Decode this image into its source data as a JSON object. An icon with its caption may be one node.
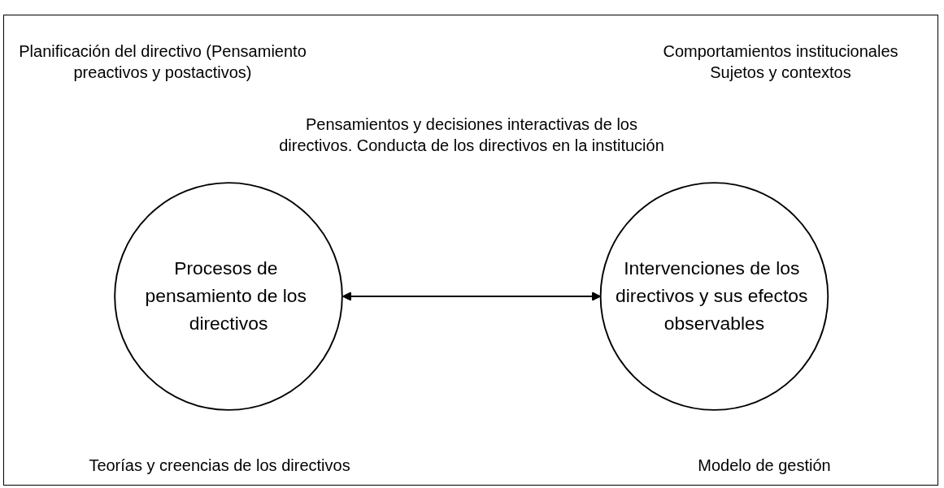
{
  "diagram": {
    "nodes": [
      {
        "text": [
          "Procesos de pensamiento de los directivos"
        ]
      },
      {
        "text": [
          "Intervenciones de los directivos y sus efectos observables"
        ]
      }
    ],
    "edges": [
      {
        "from": 0,
        "to": 1,
        "arrow": "both"
      }
    ],
    "labels": [
      "Planificación del directivo (Pensamiento preactivos y postactivos)",
      "Comportamientos institucionales Sujetos y contextos",
      "Pensamientos y decisiones interactivas de los directivos. Conducta de los directivos en la institución",
      "Teorías y creencias de los directivos",
      "Modelo de gestión"
    ]
  }
}
